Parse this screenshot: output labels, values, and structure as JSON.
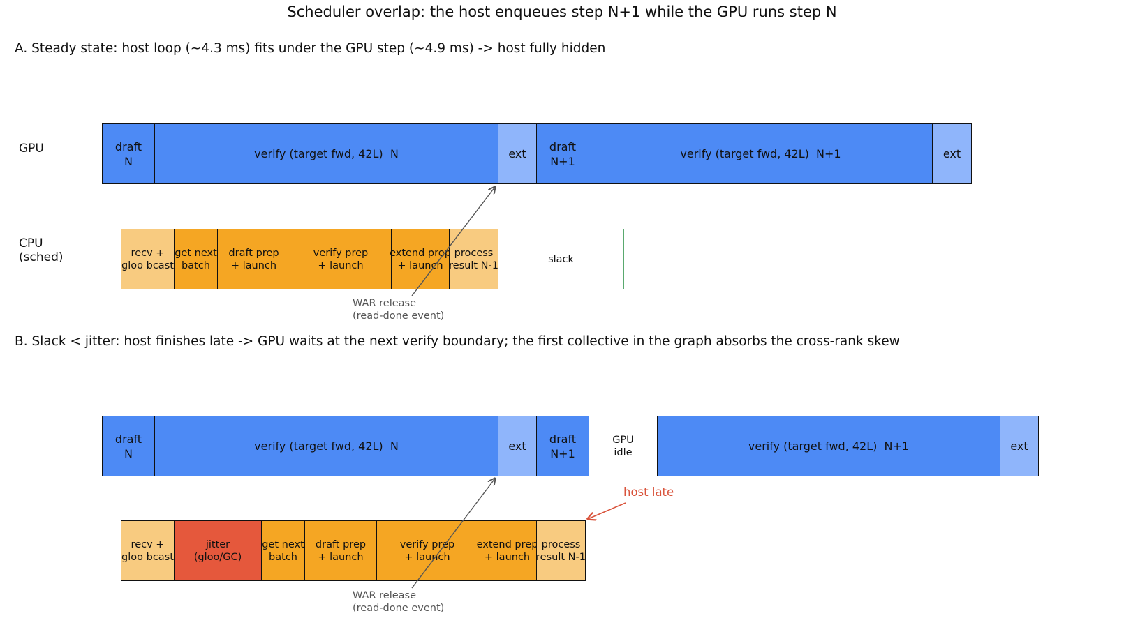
{
  "title": "Scheduler overlap: the host enqueues step N+1 while the GPU runs step N",
  "colors": {
    "gpu": "#4d8af5",
    "gpu_light": "#8fb5fb",
    "cpu": "#f5a623",
    "cpu_light": "#f8cb80",
    "jitter": "#e5583c",
    "slack_border": "#5aa96f",
    "idle_border": "#e5583c",
    "arrow": "#555555",
    "late": "#d9533b"
  },
  "row_labels": {
    "gpu": "GPU",
    "cpu": "CPU\n(sched)"
  },
  "section_a": {
    "heading": "A. Steady state: host loop (~4.3 ms) fits under the GPU step (~4.9 ms) -> host fully hidden",
    "gpu": [
      {
        "label": "draft\nN",
        "kind": "gpu"
      },
      {
        "label": "verify (target fwd, 42L)  N",
        "kind": "gpu"
      },
      {
        "label": "ext",
        "kind": "gpu_light"
      },
      {
        "label": "draft\nN+1",
        "kind": "gpu"
      },
      {
        "label": "verify (target fwd, 42L)  N+1",
        "kind": "gpu"
      },
      {
        "label": "ext",
        "kind": "gpu_light"
      }
    ],
    "cpu": [
      {
        "label": "recv +\ngloo bcast",
        "kind": "cpu_light"
      },
      {
        "label": "get next\nbatch",
        "kind": "cpu"
      },
      {
        "label": "draft prep\n+ launch",
        "kind": "cpu"
      },
      {
        "label": "verify prep\n+ launch",
        "kind": "cpu"
      },
      {
        "label": "extend prep\n+ launch",
        "kind": "cpu"
      },
      {
        "label": "process\nresult N-1",
        "kind": "cpu_light"
      },
      {
        "label": "slack",
        "kind": "slack"
      }
    ],
    "annotation": "WAR release\n(read-done event)"
  },
  "section_b": {
    "heading": "B. Slack < jitter: host finishes late -> GPU waits at the next verify boundary; the first collective in the graph absorbs the cross-rank skew",
    "gpu": [
      {
        "label": "draft\nN",
        "kind": "gpu"
      },
      {
        "label": "verify (target fwd, 42L)  N",
        "kind": "gpu"
      },
      {
        "label": "ext",
        "kind": "gpu_light"
      },
      {
        "label": "draft\nN+1",
        "kind": "gpu"
      },
      {
        "label": "GPU\nidle",
        "kind": "idle"
      },
      {
        "label": "verify (target fwd, 42L)  N+1",
        "kind": "gpu"
      },
      {
        "label": "ext",
        "kind": "gpu_light"
      }
    ],
    "cpu": [
      {
        "label": "recv +\ngloo bcast",
        "kind": "cpu_light"
      },
      {
        "label": "jitter\n(gloo/GC)",
        "kind": "jitter"
      },
      {
        "label": "get next\nbatch",
        "kind": "cpu"
      },
      {
        "label": "draft prep\n+ launch",
        "kind": "cpu"
      },
      {
        "label": "verify prep\n+ launch",
        "kind": "cpu"
      },
      {
        "label": "extend prep\n+ launch",
        "kind": "cpu"
      },
      {
        "label": "process\nresult N-1",
        "kind": "cpu_light"
      }
    ],
    "annotation": "WAR release\n(read-done event)",
    "late_label": "host late"
  }
}
